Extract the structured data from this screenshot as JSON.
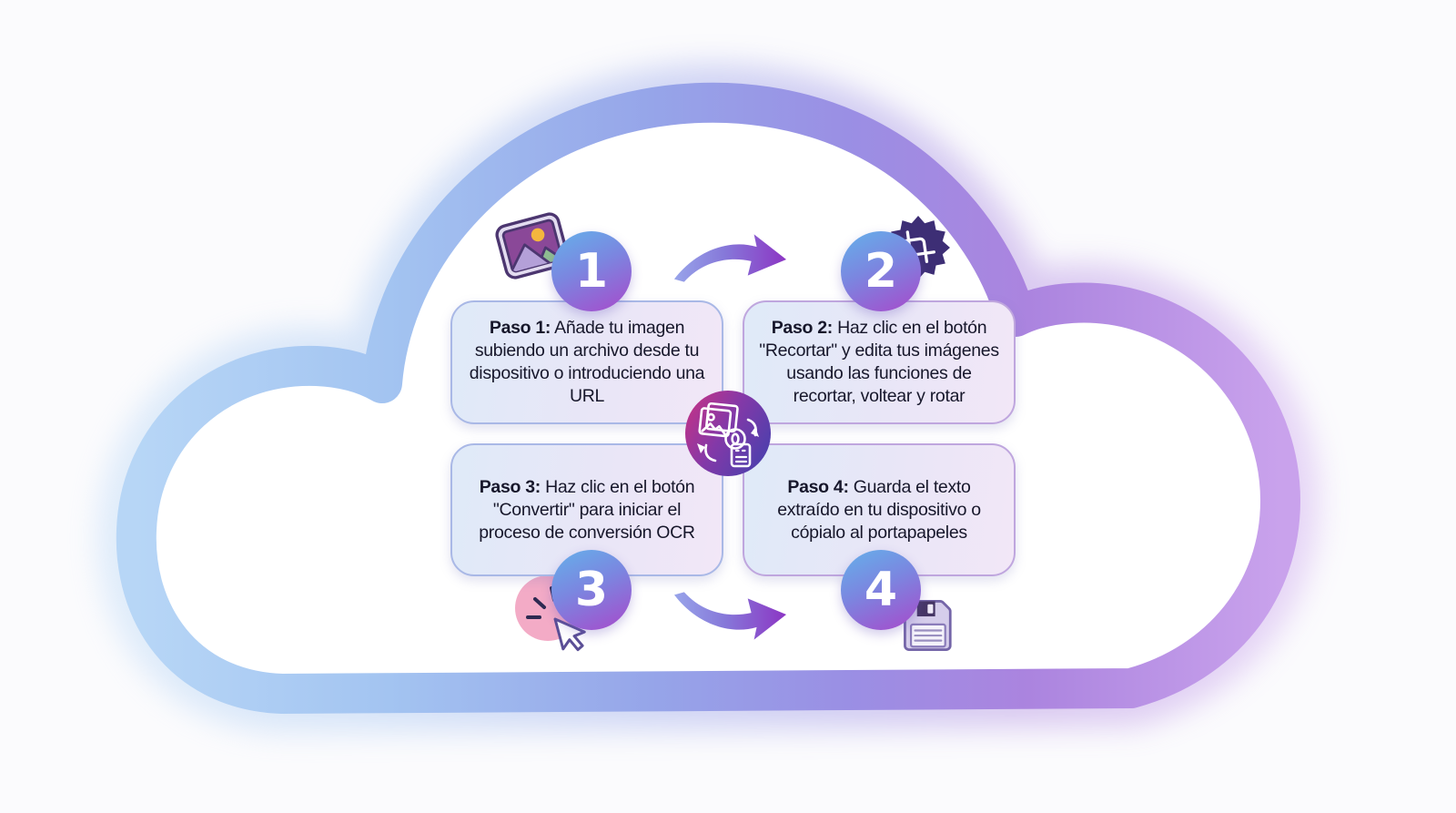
{
  "steps": [
    {
      "number": "1",
      "label": "Paso 1:",
      "text": "Añade tu imagen subiendo un archivo desde tu dispositivo o introduciendo una URL",
      "icon": "photo-image-icon"
    },
    {
      "number": "2",
      "label": "Paso 2:",
      "text": "Haz clic en el botón \"Recortar\" y edita tus imágenes usando las funciones de recortar, voltear y rotar",
      "icon": "crop-badge-icon"
    },
    {
      "number": "3",
      "label": "Paso 3:",
      "text": "Haz clic en el botón \"Convertir\" para iniciar el proceso de conversión OCR",
      "icon": "click-cursor-icon"
    },
    {
      "number": "4",
      "label": "Paso 4:",
      "text": "Guarda el texto extraído en tu dispositivo o cópialo al portapapeles",
      "icon": "floppy-disk-icon"
    }
  ],
  "center_icon": "image-to-text-conversion-icon",
  "arrows": [
    "arrow-step1-to-step2",
    "arrow-step3-to-step4"
  ],
  "colors": {
    "cloud_blue": "#b7d6f6",
    "cloud_periwinkle": "#96a5e9",
    "cloud_purple": "#c9a2ec",
    "badge_gradient_start": "#67ace9",
    "badge_gradient_end": "#a152ce",
    "arrow_blue": "#98a4ea",
    "arrow_purple": "#8c36c4",
    "box_border_blue": "#a9b8e6",
    "box_border_purple": "#bfa6de",
    "text": "#17172b"
  }
}
